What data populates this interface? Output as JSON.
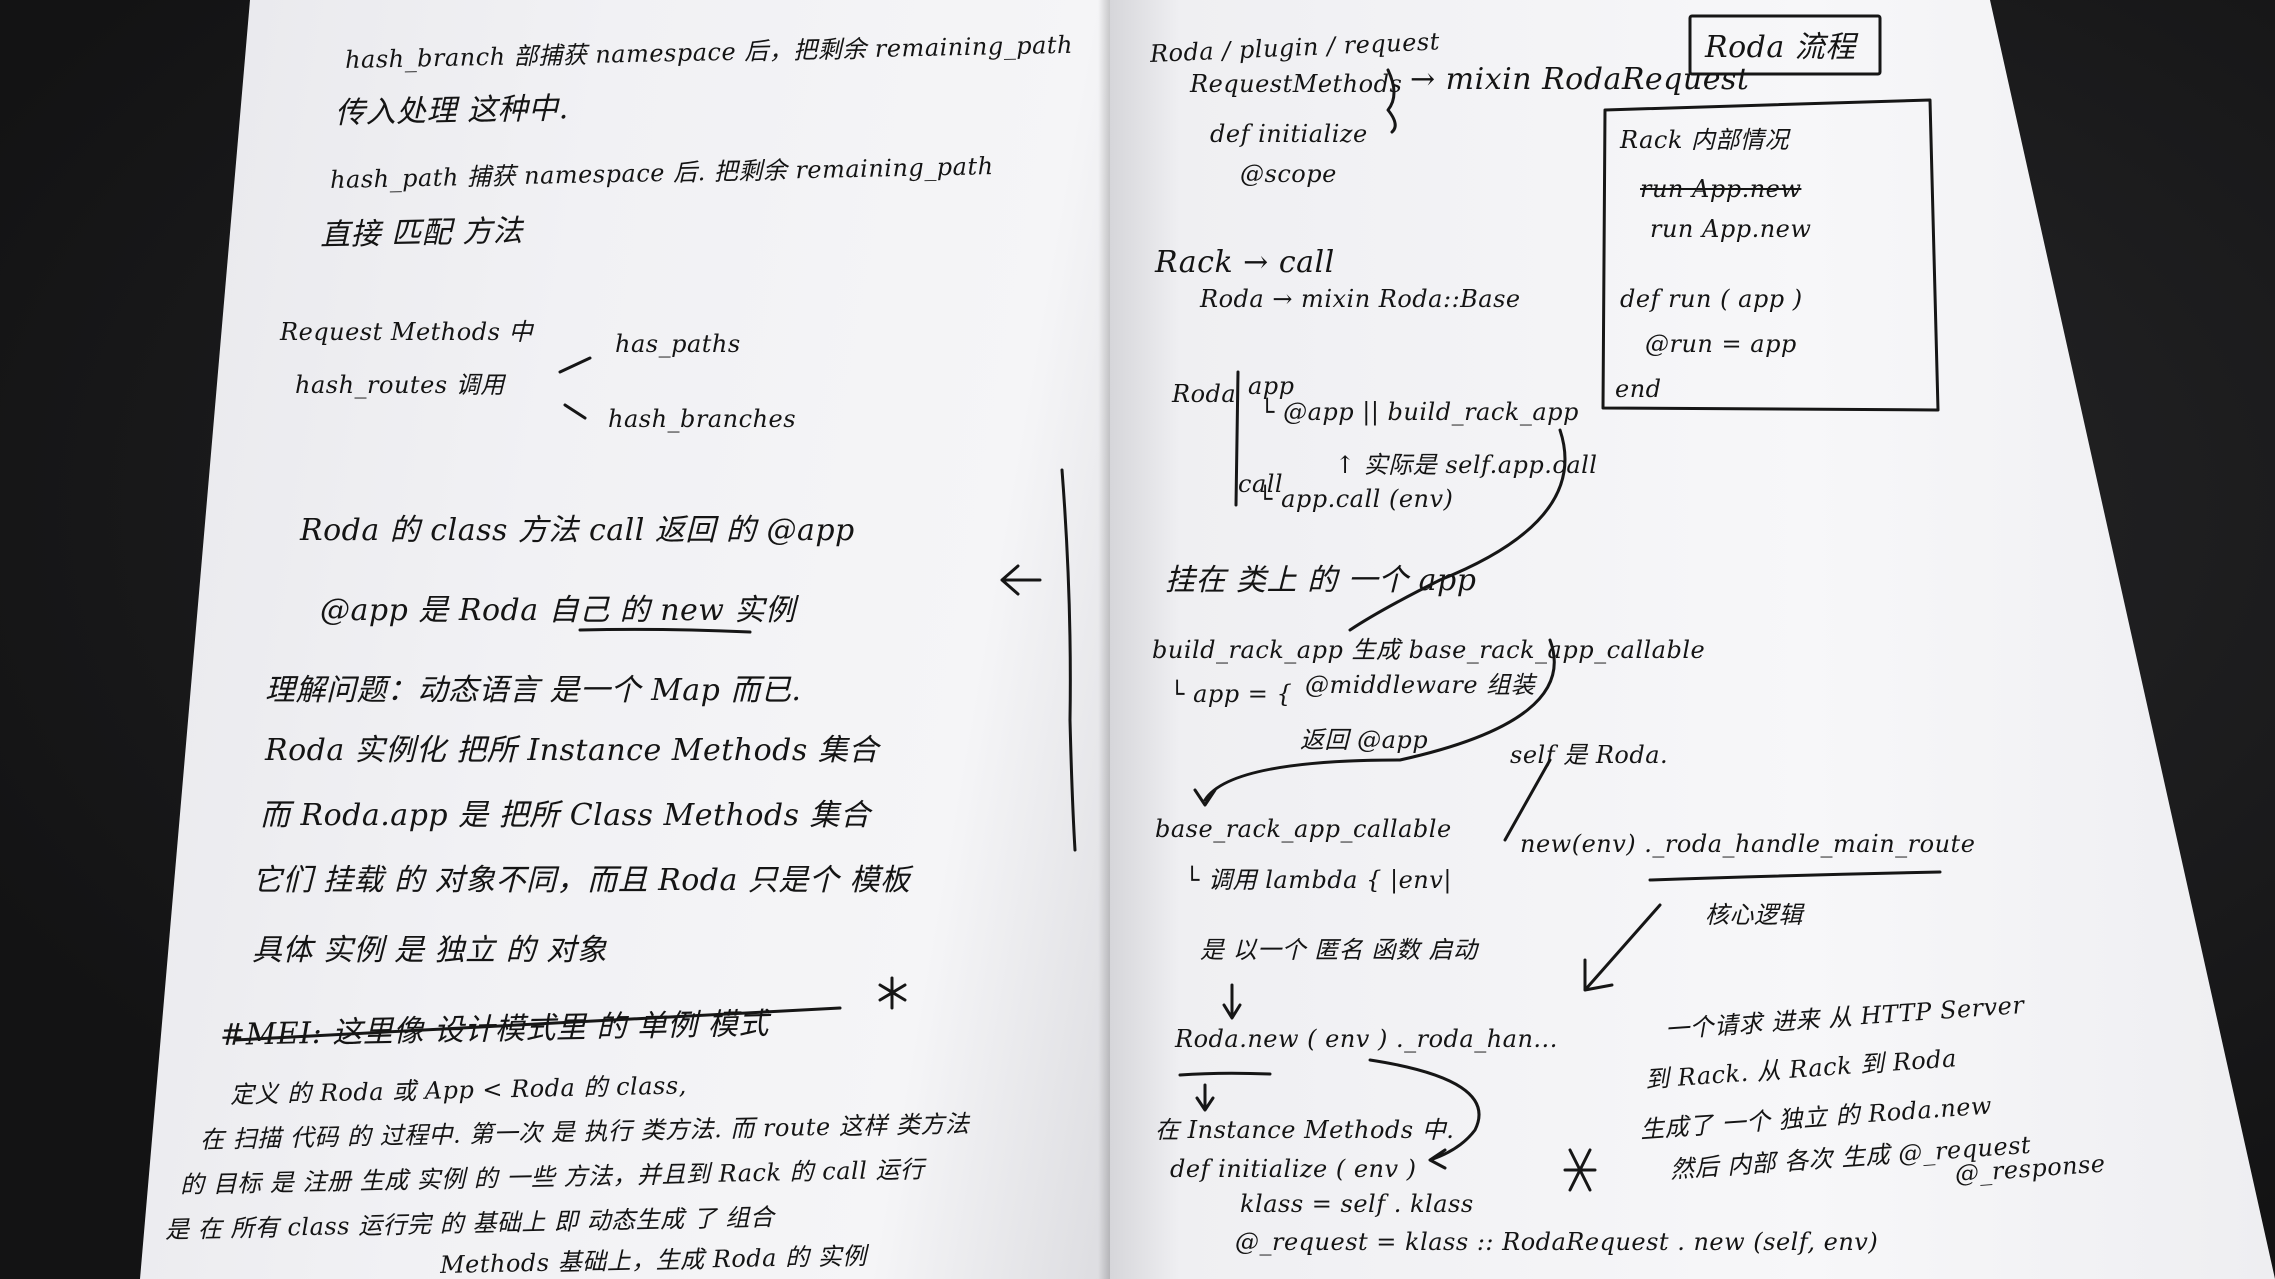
{
  "left_page": {
    "lines": [
      "hash_branch 部捕获 namespace 后，把剩余 remaining_path",
      "传入处理 这种中.",
      "hash_path 捕获 namespace 后. 把剩余 remaining_path",
      "直接 匹配 方法",
      "Request Methods 中",
      "hash_routes 调用",
      "has_paths",
      "hash_branches",
      "Roda 的 class 方法 call 返回 的 @app",
      "@app 是 Roda 自己 的 new 实例",
      "理解问题：动态语言 是一个 Map 而已.",
      "Roda 实例化 把所 Instance Methods 集合",
      "而 Roda.app 是 把所 Class Methods 集合",
      "它们 挂载 的 对象不同，而且 Roda 只是个 模板",
      "具体 实例 是 独立 的 对象",
      "#MEI: 这里像 设计模式里 的 单例 模式",
      "定义 的 Roda 或 App < Roda 的 class,",
      "在 扫描 代码 的 过程中. 第一次 是 执行 类方法. 而 route 这样 类方法",
      "的 目标 是 注册 生成 实例 的 一些 方法，并且到 Rack 的 call 运行",
      "是 在 所有 class 运行完 的 基础上 即 动态生成 了 组合",
      "Methods 基础上，生成 Roda 的 实例"
    ]
  },
  "right_page": {
    "header_path": "Roda / plugin / request",
    "title_box": "Roda 流程",
    "request_methods": "RequestMethods",
    "mixin_request": "→ mixin RodaRequest",
    "def_initialize_top": "def initialize",
    "scope": "@scope",
    "rack_call": "Rack → call",
    "roda_mixin_base": "Roda → mixin Roda::Base",
    "roda_label": "Roda",
    "app_label": "app",
    "app_build": "└ @app ||  build_rack_app",
    "actual_call_note": "↑ 实际是 self.app.call",
    "call_label": "call",
    "app_call_env": "└ app.call (env)",
    "mounted_note": "挂在 类上 的 一个 app",
    "build_rack_app": "build_rack_app 生成 base_rack_app_callable",
    "app_eq": "└ app = {",
    "middleware": "@middleware 组装",
    "return_app": "返回 @app",
    "self_is_roda": "self 是 Roda.",
    "base_rack_app_callable": "base_rack_app_callable",
    "call_lambda": "└ 调用 lambda { |env|",
    "new_env_route": "new(env) ._roda_handle_main_route",
    "core_logic": "核心逻辑",
    "singleton_start": "是 以一个 匿名 函数 启动",
    "roda_new_env": "Roda.new ( env ) ._roda_han...",
    "in_instance_methods": "在 Instance Methods 中.",
    "def_initialize_env": "def initialize ( env )",
    "klass_line": "klass = self . klass",
    "request_line": "@_request = klass :: RodaRequest . new (self, env)",
    "request_flow_1": "一个请求 进来 从 HTTP Server",
    "request_flow_2": "到 Rack. 从 Rack 到 Roda",
    "request_flow_3": "生成了 一个 独立 的 Roda.new",
    "request_flow_4": "然后 内部 各次 生成 @_request",
    "request_flow_5": "@_response",
    "rack_box": {
      "title": "Rack 内部情况",
      "struck": "run App.new",
      "run": "run  App.new",
      "def_run": "def run ( app )",
      "assign": "@run = app",
      "end": "end"
    }
  }
}
